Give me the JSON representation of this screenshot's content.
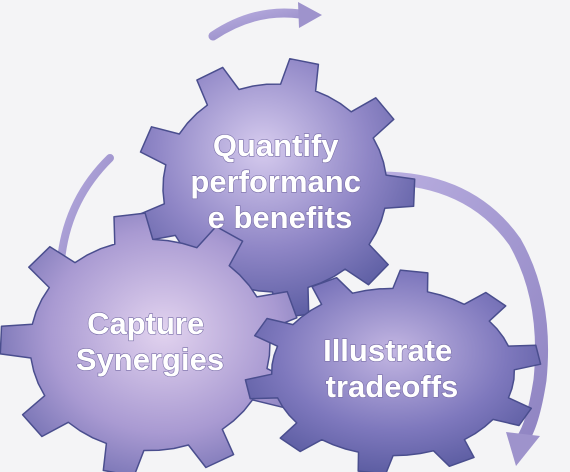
{
  "diagram": {
    "gears": [
      {
        "id": "top",
        "lines": [
          "Quantify",
          "performanc",
          "e benefits"
        ]
      },
      {
        "id": "left",
        "lines": [
          "Capture",
          "Synergies"
        ]
      },
      {
        "id": "right",
        "lines": [
          "Illustrate",
          "tradeoffs"
        ]
      }
    ],
    "colors": {
      "gear_light": "#c9bde6",
      "gear_dark": "#5c5fa8",
      "gear_edge": "#4a4e8e",
      "arrow": "#a99ccf",
      "text": "#ffffff"
    },
    "arrows": [
      "cycle-arrow-top",
      "cycle-arrow-left",
      "cycle-arrow-right"
    ]
  }
}
